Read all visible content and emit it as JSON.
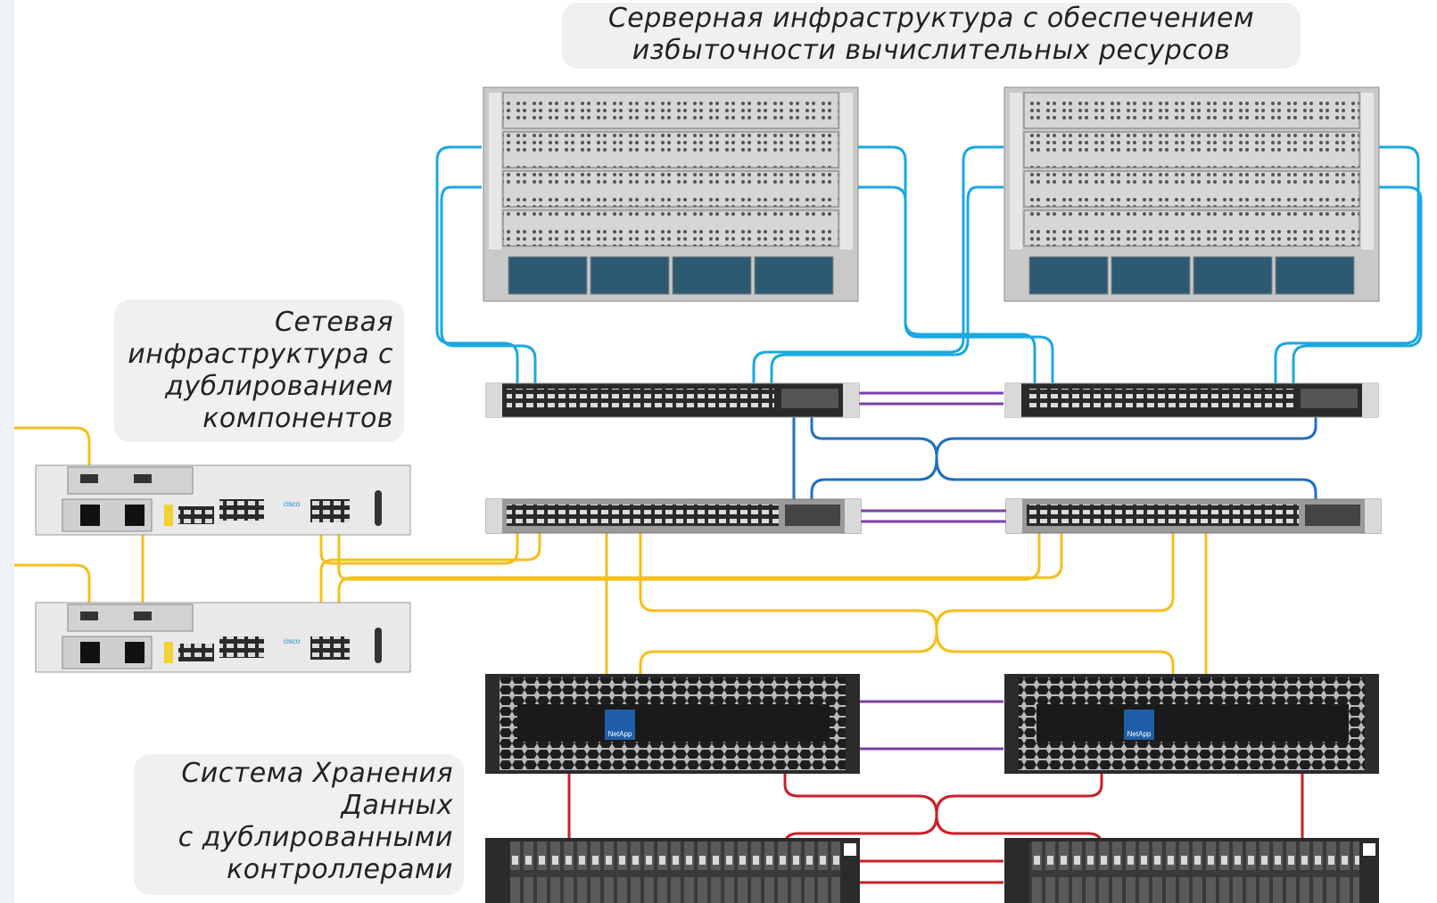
{
  "labels": {
    "servers": [
      "Серверная инфраструктура с обеспечением",
      "избыточности вычислительных ресурсов"
    ],
    "network": [
      "Сетевая",
      "инфраструктура с",
      "дублированием",
      "компонентов"
    ],
    "storage": [
      "Система Хранения",
      "Данных",
      "с дублированными",
      "контроллерами"
    ]
  },
  "vendor_marks": {
    "storage_brand": "NetApp",
    "firewall_brand": "cisco"
  },
  "colors": {
    "server_link": "#1aa8e0",
    "switch_link": "#1f6fbf",
    "peer_link": "#7b3fa6",
    "storage_link": "#f6bf1a",
    "sas_link": "#c8202a",
    "label_bg": "#f0f0f0"
  }
}
